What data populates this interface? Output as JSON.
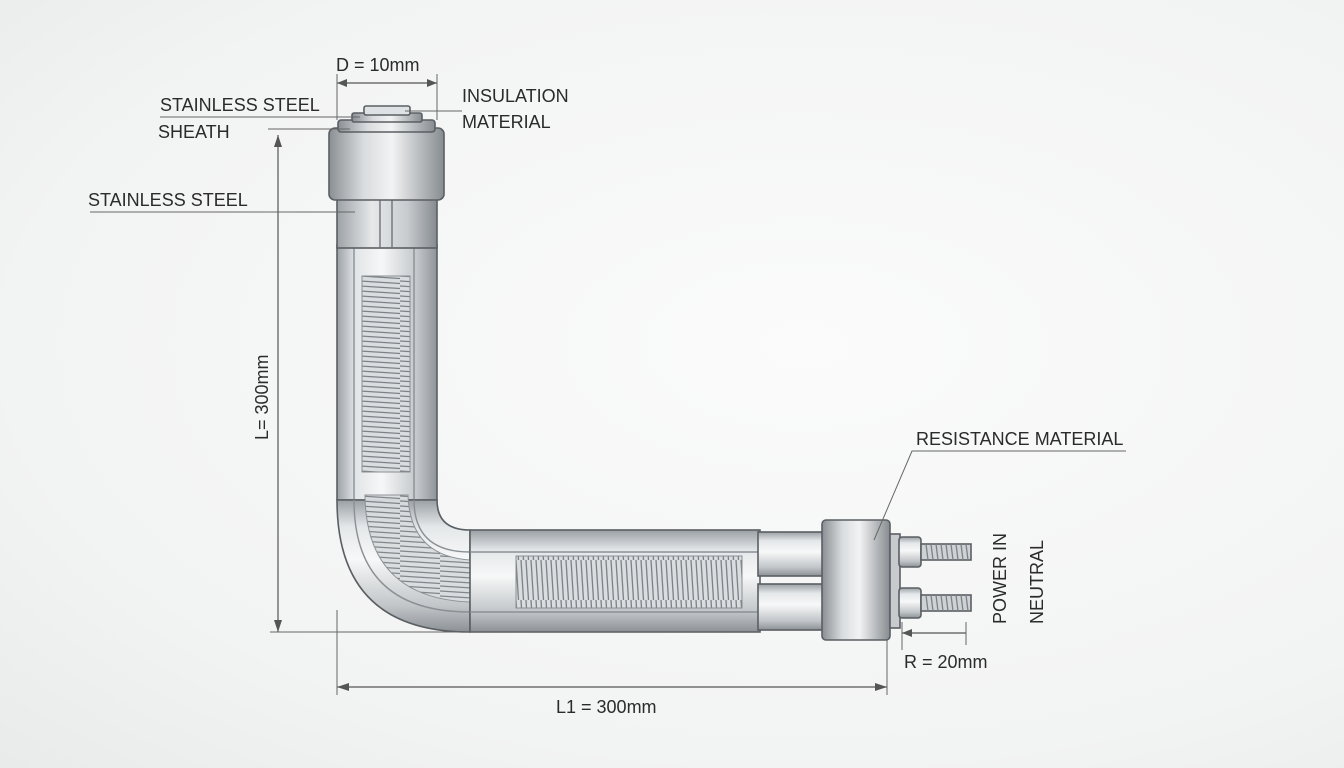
{
  "labels": {
    "diameter": "D = 10mm",
    "sheath_line1": "STAINLESS STEEL",
    "sheath_line2": "SHEATH",
    "insulation_line1": "INSULATION",
    "insulation_line2": "MATERIAL",
    "stainless_steel": "STAINLESS STEEL",
    "length_vertical": "L= 300mm",
    "resistance": "RESISTANCE MATERIAL",
    "power_in": "POWER IN",
    "neutral": "NEUTRAL",
    "radius": "R = 20mm",
    "length_horizontal": "L1 = 300mm"
  },
  "colors": {
    "metal_light": "#eef0f1",
    "metal_mid": "#c6cacd",
    "metal_dark": "#8d9296",
    "coil": "#7a7f84",
    "line": "#555555"
  }
}
